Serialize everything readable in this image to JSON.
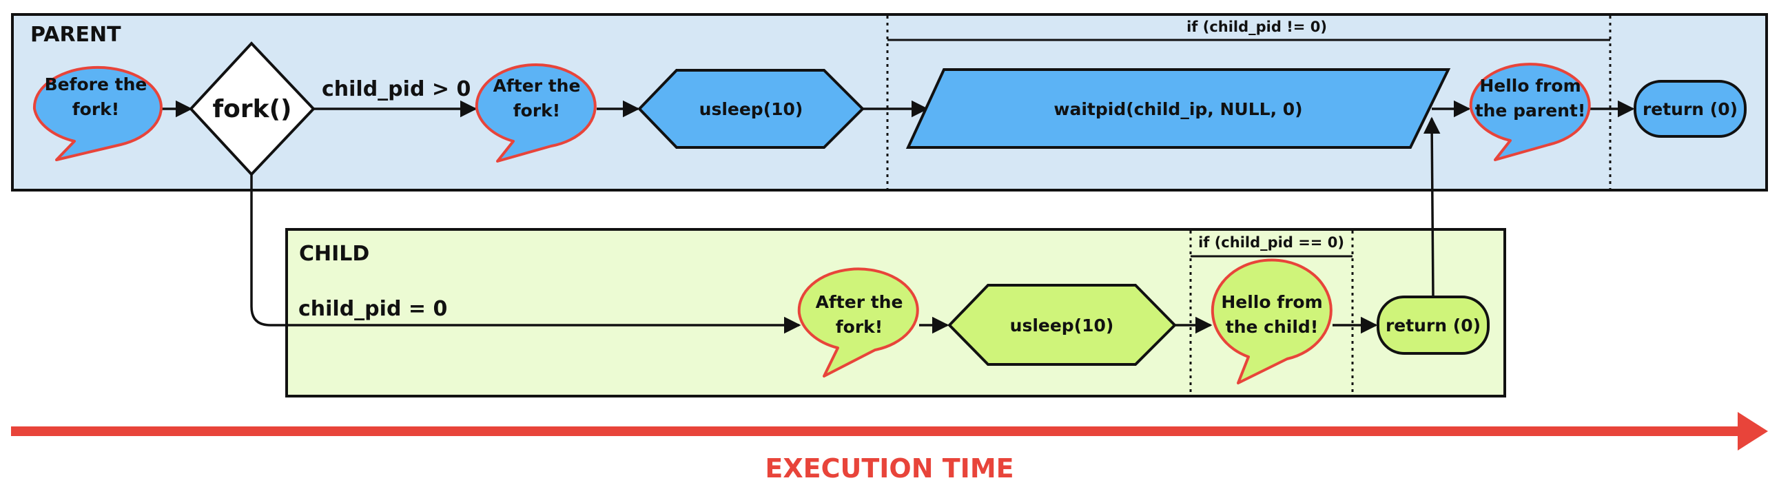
{
  "colors": {
    "parent_lane": "#d6e7f5",
    "child_lane": "#ecfbd3",
    "parent_node": "#5cb3f5",
    "child_node": "#cff47a",
    "bubble_border": "#e8443a",
    "timeline": "#e8443a",
    "outline": "#111111"
  },
  "parent": {
    "label": "PARENT",
    "condition": "if (child_pid != 0)",
    "nodes": {
      "before_fork": {
        "line1": "Before the",
        "line2": "fork!"
      },
      "fork": "fork()",
      "after_fork": {
        "line1": "After the",
        "line2": "fork!"
      },
      "usleep": "usleep(10)",
      "waitpid": "waitpid(child_ip, NULL, 0)",
      "hello": {
        "line1": "Hello from",
        "line2": "the parent!"
      },
      "return": "return (0)"
    },
    "edge_label": "child_pid > 0"
  },
  "child": {
    "label": "CHILD",
    "condition": "if (child_pid == 0)",
    "edge_label": "child_pid = 0",
    "nodes": {
      "after_fork": {
        "line1": "After the",
        "line2": "fork!"
      },
      "usleep": "usleep(10)",
      "hello": {
        "line1": "Hello from",
        "line2": "the child!"
      },
      "return": "return (0)"
    }
  },
  "timeline": {
    "label": "EXECUTION TIME"
  }
}
